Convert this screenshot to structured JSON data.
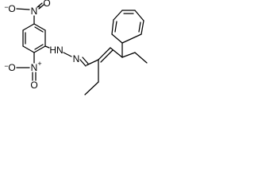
{
  "molecule": {
    "atom_labels": {
      "n1": "N",
      "n2": "N",
      "n1_charge_plus": "+",
      "n2_charge_plus": "+",
      "o1a": "O",
      "o1b": "O",
      "o2a": "O",
      "o2b": "O",
      "o1a_charge_minus": "−",
      "o2a_charge_minus": "−",
      "hydrazone": "HN",
      "imine": "N"
    },
    "colors": {
      "bond": "#000000",
      "text": "#000000",
      "background": "#ffffff"
    }
  }
}
